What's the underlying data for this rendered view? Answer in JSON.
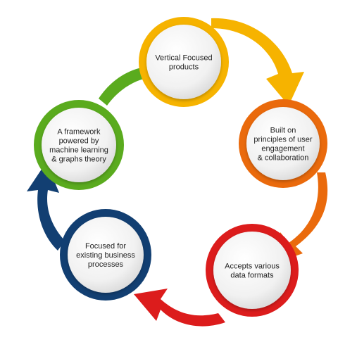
{
  "diagram": {
    "nodes": [
      {
        "id": "vertical",
        "lines": [
          "Vertical Focused",
          "products"
        ],
        "color": "#f6b300"
      },
      {
        "id": "built",
        "lines": [
          "Built on",
          "principles of user",
          "engagement",
          "& collaboration"
        ],
        "color": "#ea6a0c"
      },
      {
        "id": "accepts",
        "lines": [
          "Accepts various",
          "data formats"
        ],
        "color": "#dc1c1c"
      },
      {
        "id": "focused",
        "lines": [
          "Focused for",
          "existing business",
          "processes"
        ],
        "color": "#123f72"
      },
      {
        "id": "framework",
        "lines": [
          "A framework",
          "powered by",
          "machine learning",
          "& graphs theory"
        ],
        "color": "#5aab1e"
      }
    ]
  }
}
